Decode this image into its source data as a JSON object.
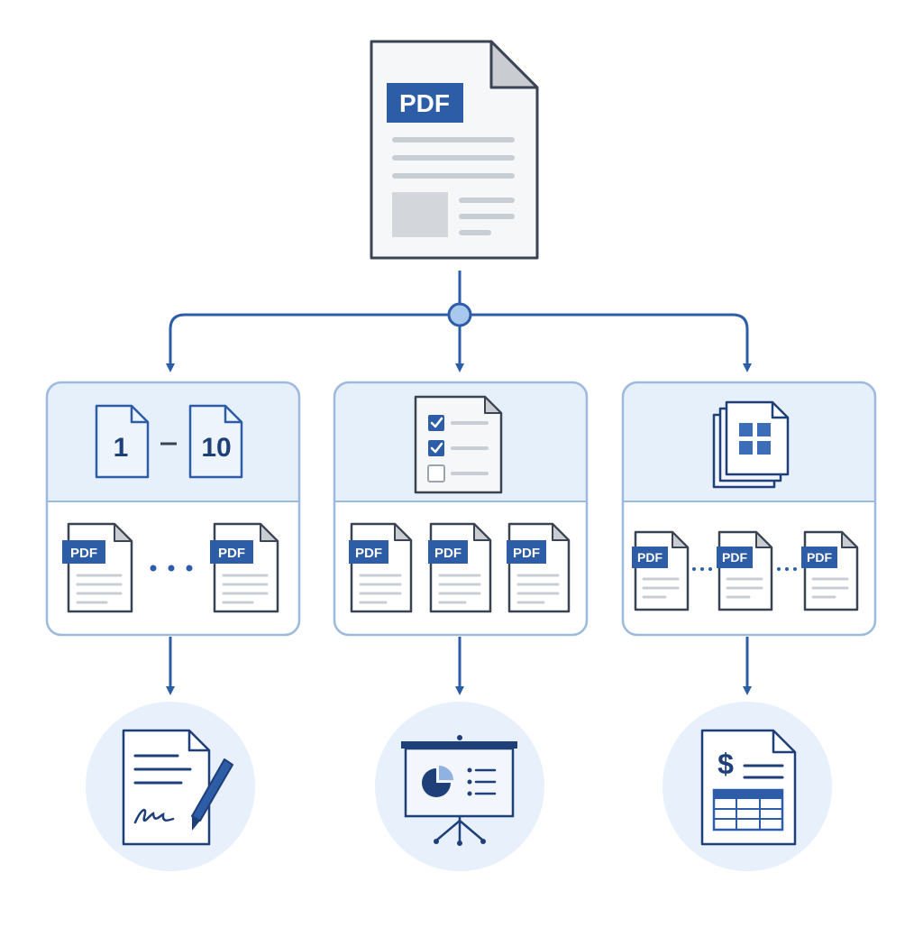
{
  "source_doc": {
    "badge": "PDF"
  },
  "branches": [
    {
      "name": "split-by-range",
      "range_start": "1",
      "range_end": "10",
      "outputs": [
        {
          "badge": "PDF"
        },
        {
          "badge": "PDF"
        }
      ],
      "result": "signed-document-icon"
    },
    {
      "name": "split-by-selection",
      "outputs": [
        {
          "badge": "PDF"
        },
        {
          "badge": "PDF"
        },
        {
          "badge": "PDF"
        }
      ],
      "result": "presentation-icon"
    },
    {
      "name": "split-by-pages",
      "outputs": [
        {
          "badge": "PDF"
        },
        {
          "badge": "PDF"
        },
        {
          "badge": "PDF"
        }
      ],
      "result": "invoice-spreadsheet-icon"
    }
  ],
  "colors": {
    "primary": "#2e5da8",
    "navy": "#1f3f78",
    "panel_top": "#e6f0fb",
    "panel_border": "#9db9dc",
    "circle": "#e7f0fb",
    "dark_outline": "#3a4352",
    "gray_line": "#c9cdd4",
    "gray_block": "#d3d6db",
    "fold": "#c9ccd1",
    "node": "#a9c8ee"
  }
}
